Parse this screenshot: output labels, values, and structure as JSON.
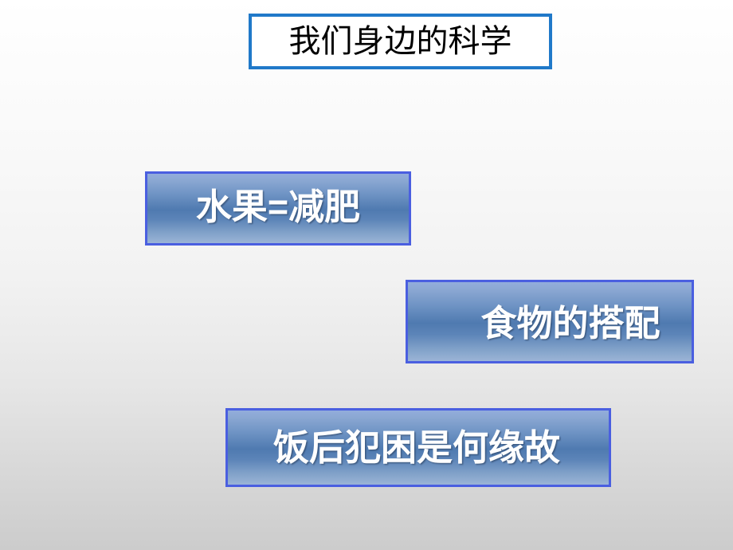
{
  "slide": {
    "background_top_color": "#ffffff",
    "background_bottom_color": "#cccccc",
    "title": {
      "text": "我们身边的科学",
      "border_color": "#2079c9",
      "fill_color": "#ffffff",
      "text_color": "#000000"
    },
    "topics": [
      {
        "id": "fruit",
        "text": "水果=减肥",
        "border_color": "#4a5fe0",
        "text_color": "#ffffff",
        "gradient_light": "#93addc",
        "gradient_dark": "#4f7ab0"
      },
      {
        "id": "food",
        "text": "食物的搭配",
        "border_color": "#4a5fe0",
        "text_color": "#ffffff",
        "gradient_light": "#93addc",
        "gradient_dark": "#4f7ab0"
      },
      {
        "id": "sleepy",
        "text": "饭后犯困是何缘故",
        "border_color": "#4a5fe0",
        "text_color": "#ffffff",
        "gradient_light": "#93addc",
        "gradient_dark": "#4f7ab0"
      }
    ]
  }
}
